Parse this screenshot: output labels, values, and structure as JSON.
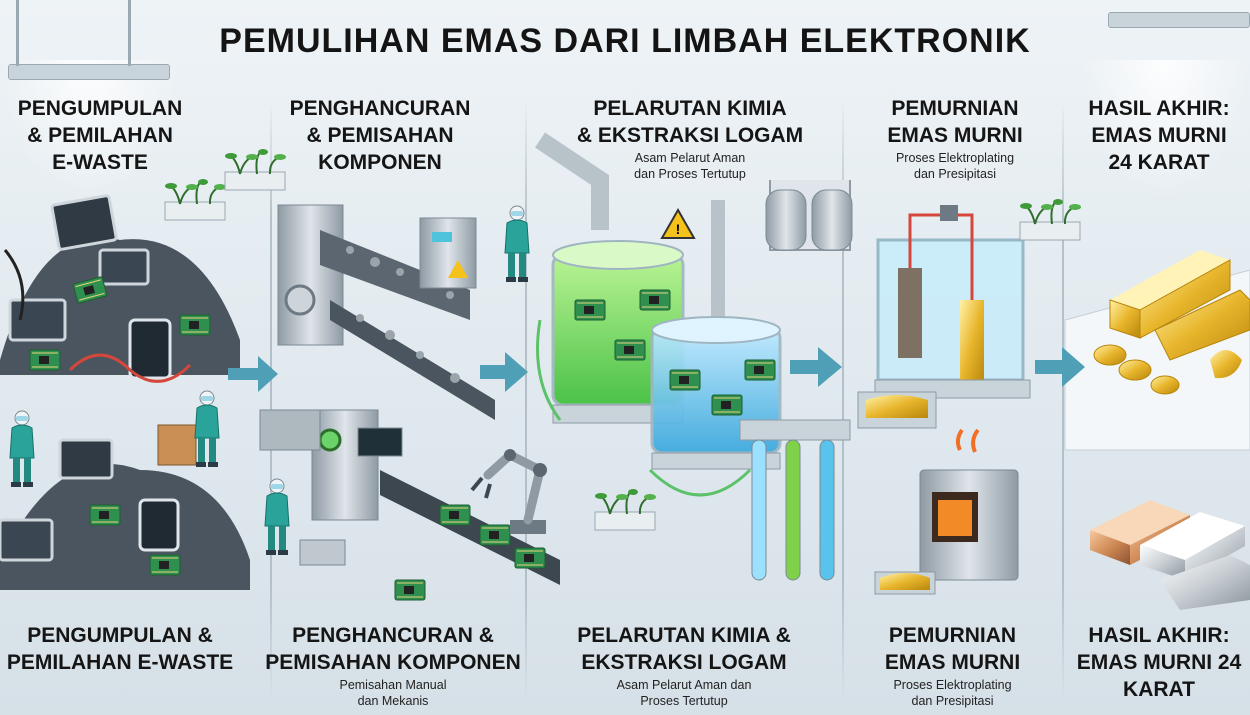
{
  "title": "PEMULIHAN EMAS DARI LIMBAH ELEKTRONIK",
  "stages": [
    {
      "head_lines": [
        "PENGUMPULAN",
        "& PEMILAHAN",
        "E-WASTE"
      ],
      "head_sub": [],
      "foot_lines": [
        "PENGUMPULAN &",
        "PEMILAHAN E-WASTE"
      ],
      "foot_sub": []
    },
    {
      "head_lines": [
        "PENGHANCURAN",
        "& PEMISAHAN",
        "KOMPONEN"
      ],
      "head_sub": [],
      "foot_lines": [
        "PENGHANCURAN &",
        "PEMISAHAN KOMPONEN"
      ],
      "foot_sub": [
        "Pemisahan Manual",
        "dan Mekanis"
      ]
    },
    {
      "head_lines": [
        "PELARUTAN KIMIA",
        "& EKSTRAKSI LOGAM"
      ],
      "head_sub": [
        "Asam Pelarut Aman",
        "dan Proses Tertutup"
      ],
      "foot_lines": [
        "PELARUTAN KIMIA &",
        "EKSTRAKSI LOGAM"
      ],
      "foot_sub": [
        "Asam Pelarut Aman dan",
        "Proses Tertutup"
      ]
    },
    {
      "head_lines": [
        "PEMURNIAN",
        "EMAS MURNI"
      ],
      "head_sub": [
        "Proses Elektroplating",
        "dan Presipitasi"
      ],
      "foot_lines": [
        "PEMURNIAN",
        "EMAS MURNI"
      ],
      "foot_sub": [
        "Proses Elektroplating",
        "dan Presipitasi"
      ]
    },
    {
      "head_lines": [
        "HASIL AKHIR:",
        "EMAS MURNI",
        "24 KARAT"
      ],
      "head_sub": [],
      "foot_lines": [
        "HASIL AKHIR:",
        "EMAS MURNI 24",
        "KARAT"
      ],
      "foot_sub": []
    }
  ],
  "colors": {
    "arrow": "#4f9fb6",
    "pcb": "#2f8f4e",
    "acid_green": "#6fdc4a",
    "acid_blue": "#59c3ee",
    "gold": "#e8b62c",
    "plant": "#3f9a3a",
    "machine": "#a9b4bc",
    "worker": "#2aa39a",
    "warning": "#f4c21b"
  },
  "icons": [
    "e-waste-pile-icon",
    "worker-icon",
    "crusher-machine-icon",
    "robot-arm-icon",
    "acid-tank-icon",
    "warning-sign-icon",
    "electroplating-tank-icon",
    "furnace-icon",
    "gold-bars-icon",
    "plant-icon",
    "flow-arrow-icon"
  ]
}
